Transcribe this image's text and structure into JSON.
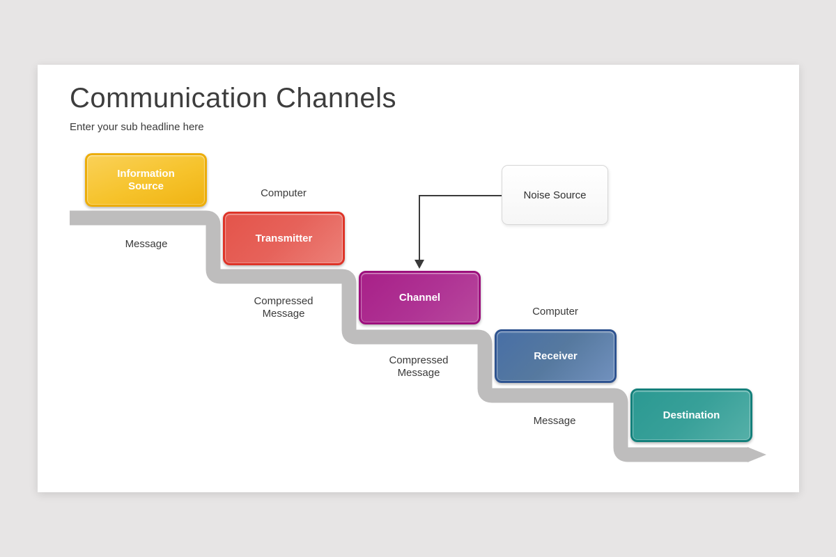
{
  "slide": {
    "title": "Communication Channels",
    "subtitle": "Enter your sub headline here"
  },
  "diagram": {
    "nodes": [
      {
        "id": "information-source",
        "label": "Information Source",
        "color": "#F0B313"
      },
      {
        "id": "transmitter",
        "label": "Transmitter",
        "color": "#DE3428"
      },
      {
        "id": "channel",
        "label": "Channel",
        "color": "#A82088"
      },
      {
        "id": "receiver",
        "label": "Receiver",
        "color": "#3C659E"
      },
      {
        "id": "destination",
        "label": "Destination",
        "color": "#2B9992"
      }
    ],
    "noise_source": {
      "label": "Noise Source"
    },
    "flow_labels": [
      {
        "text": "Computer"
      },
      {
        "text": "Message"
      },
      {
        "text": "Compressed Message"
      },
      {
        "text": "Compressed Message"
      },
      {
        "text": "Computer"
      },
      {
        "text": "Message"
      }
    ],
    "colors": {
      "ribbon": "#bebdbd",
      "noise_arrow": "#3a3a3a",
      "background": "#e7e5e5",
      "slide_background": "#ffffff"
    }
  }
}
